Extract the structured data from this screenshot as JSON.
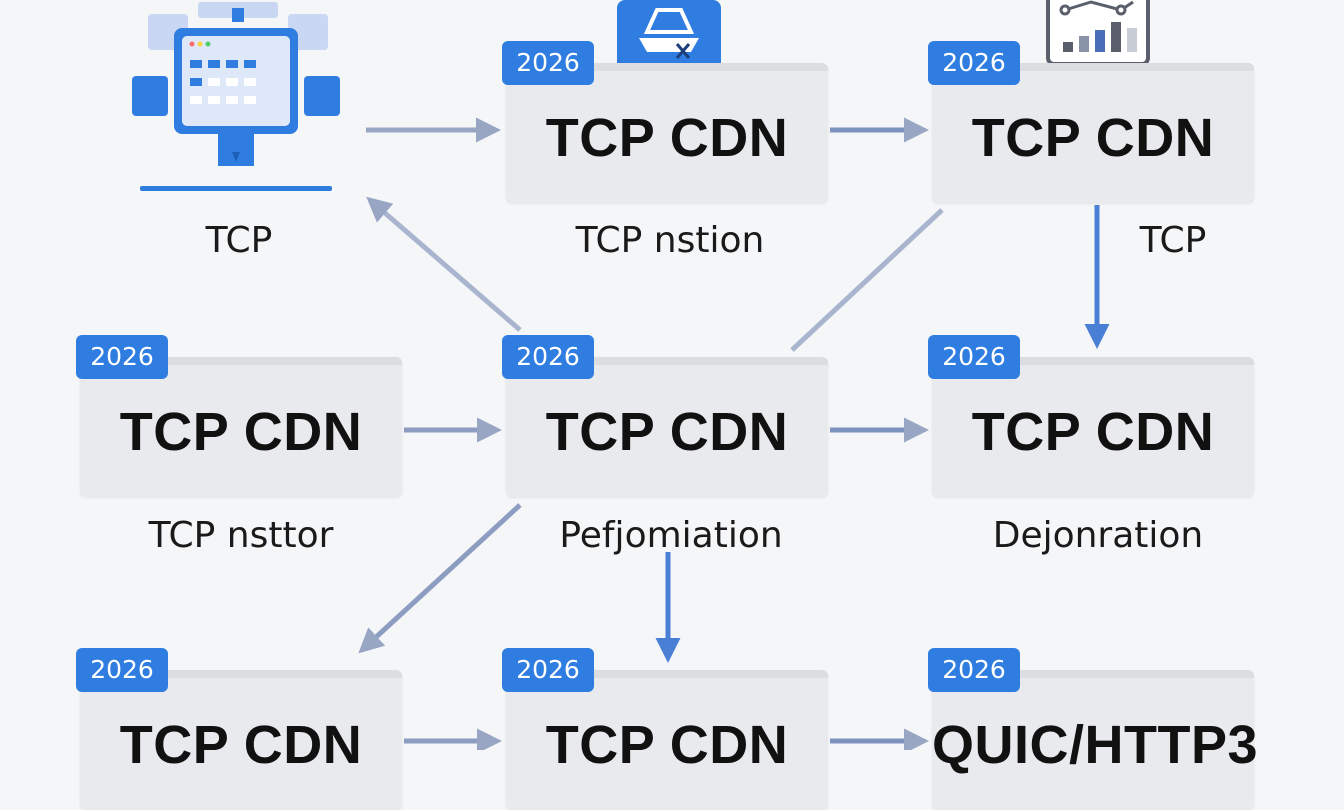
{
  "cards": [
    {
      "id": "r1c2",
      "badge": "2026",
      "title": "TCP CDN"
    },
    {
      "id": "r1c3",
      "badge": "2026",
      "title": "TCP CDN"
    },
    {
      "id": "r2c1",
      "badge": "2026",
      "title": "TCP CDN"
    },
    {
      "id": "r2c2",
      "badge": "2026",
      "title": "TCP CDN"
    },
    {
      "id": "r2c3",
      "badge": "2026",
      "title": "TCP CDN"
    },
    {
      "id": "r3c1",
      "badge": "2026",
      "title": "TCP CDN"
    },
    {
      "id": "r3c2",
      "badge": "2026",
      "title": "TCP CDN"
    },
    {
      "id": "r3c3",
      "badge": "2026",
      "title": "QUIC/HTTP3"
    }
  ],
  "captions": {
    "r1c1": "TCP",
    "r1c2": "TCP nstion",
    "r1c3": "TCP",
    "r2c1": "TCP nsttor",
    "r2c2": "Pefjomiation",
    "r2c3": "Dejonration"
  },
  "icons": {
    "top_left": "server-rack-icon",
    "top_middle": "ship-icon",
    "top_right": "analytics-chart-icon"
  },
  "colors": {
    "accent": "#2f7de1",
    "arrow_blue": "#4a7fd6",
    "arrow_gray": "#98a6c4",
    "card_bg": "#e9eaed"
  }
}
